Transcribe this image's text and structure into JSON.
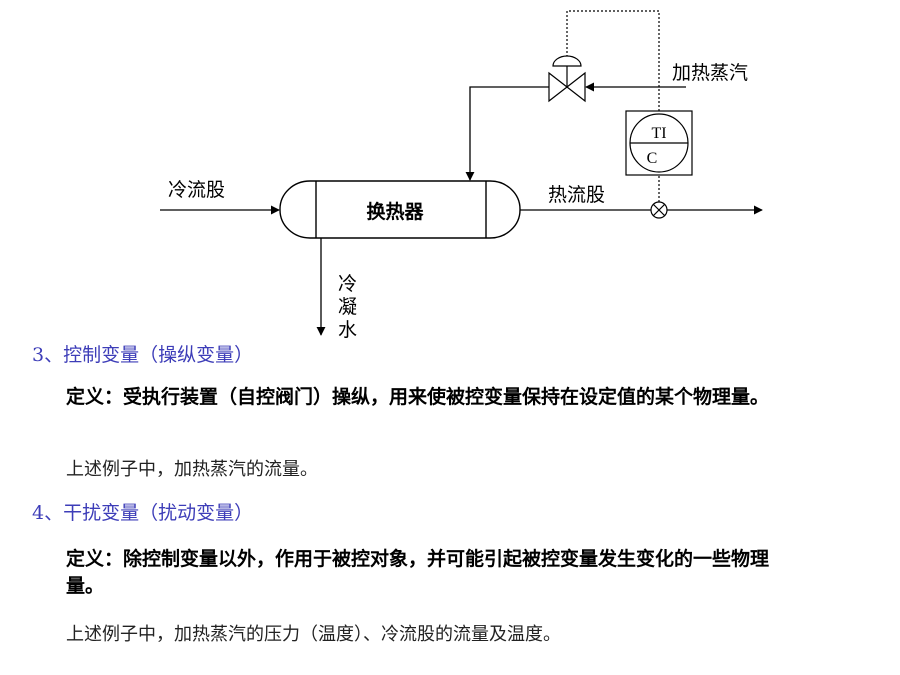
{
  "diagram": {
    "heat_exchanger_label": "换热器",
    "cold_stream_label": "冷流股",
    "hot_stream_label": "热流股",
    "steam_label": "加热蒸汽",
    "condensate_label_chars": [
      "冷",
      "凝",
      "水"
    ],
    "controller_top": "TI",
    "controller_bottom": "C"
  },
  "sections": [
    {
      "heading": "3、控制变量（操纵变量）",
      "definition": "定义：受执行装置（自控阀门）操纵，用来使被控变量保持在设定值的某个物理量。",
      "example": "上述例子中，加热蒸汽的流量。"
    },
    {
      "heading": "4、干扰变量（扰动变量）",
      "definition": "定义：除控制变量以外，作用于被控对象，并可能引起被控变量发生变化的一些物理量。",
      "example": "上述例子中，加热蒸汽的压力（温度）、冷流股的流量及温度。"
    }
  ],
  "colors": {
    "heading": "#3d3db8",
    "line": "#000000"
  }
}
